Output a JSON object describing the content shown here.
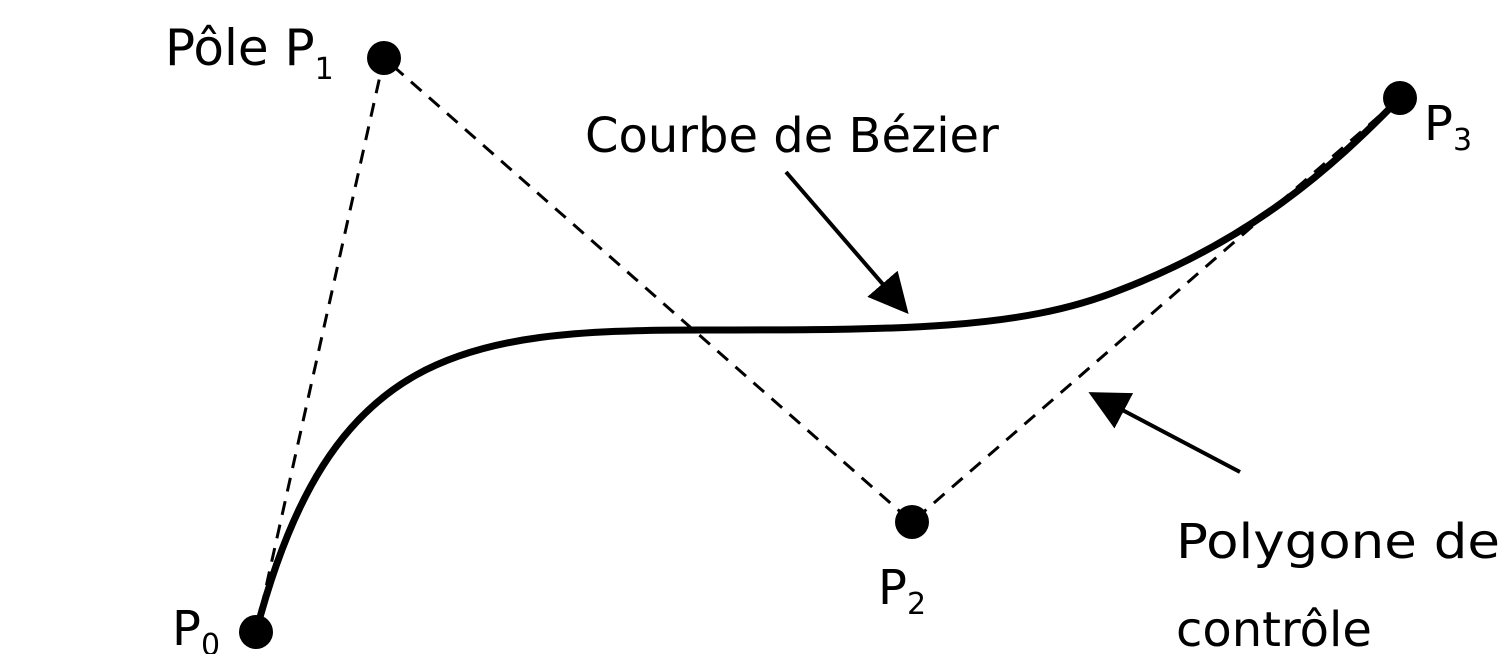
{
  "colors": {
    "ink": "#000000",
    "background": "#ffffff"
  },
  "labels": {
    "pole_prefix": "Pôle P",
    "p": "P",
    "sub0": "0",
    "sub1": "1",
    "sub2": "2",
    "sub3": "3",
    "curve": "Courbe de Bézier",
    "polygon_line1": "Polygone de",
    "polygon_line2": "contrôle"
  }
}
